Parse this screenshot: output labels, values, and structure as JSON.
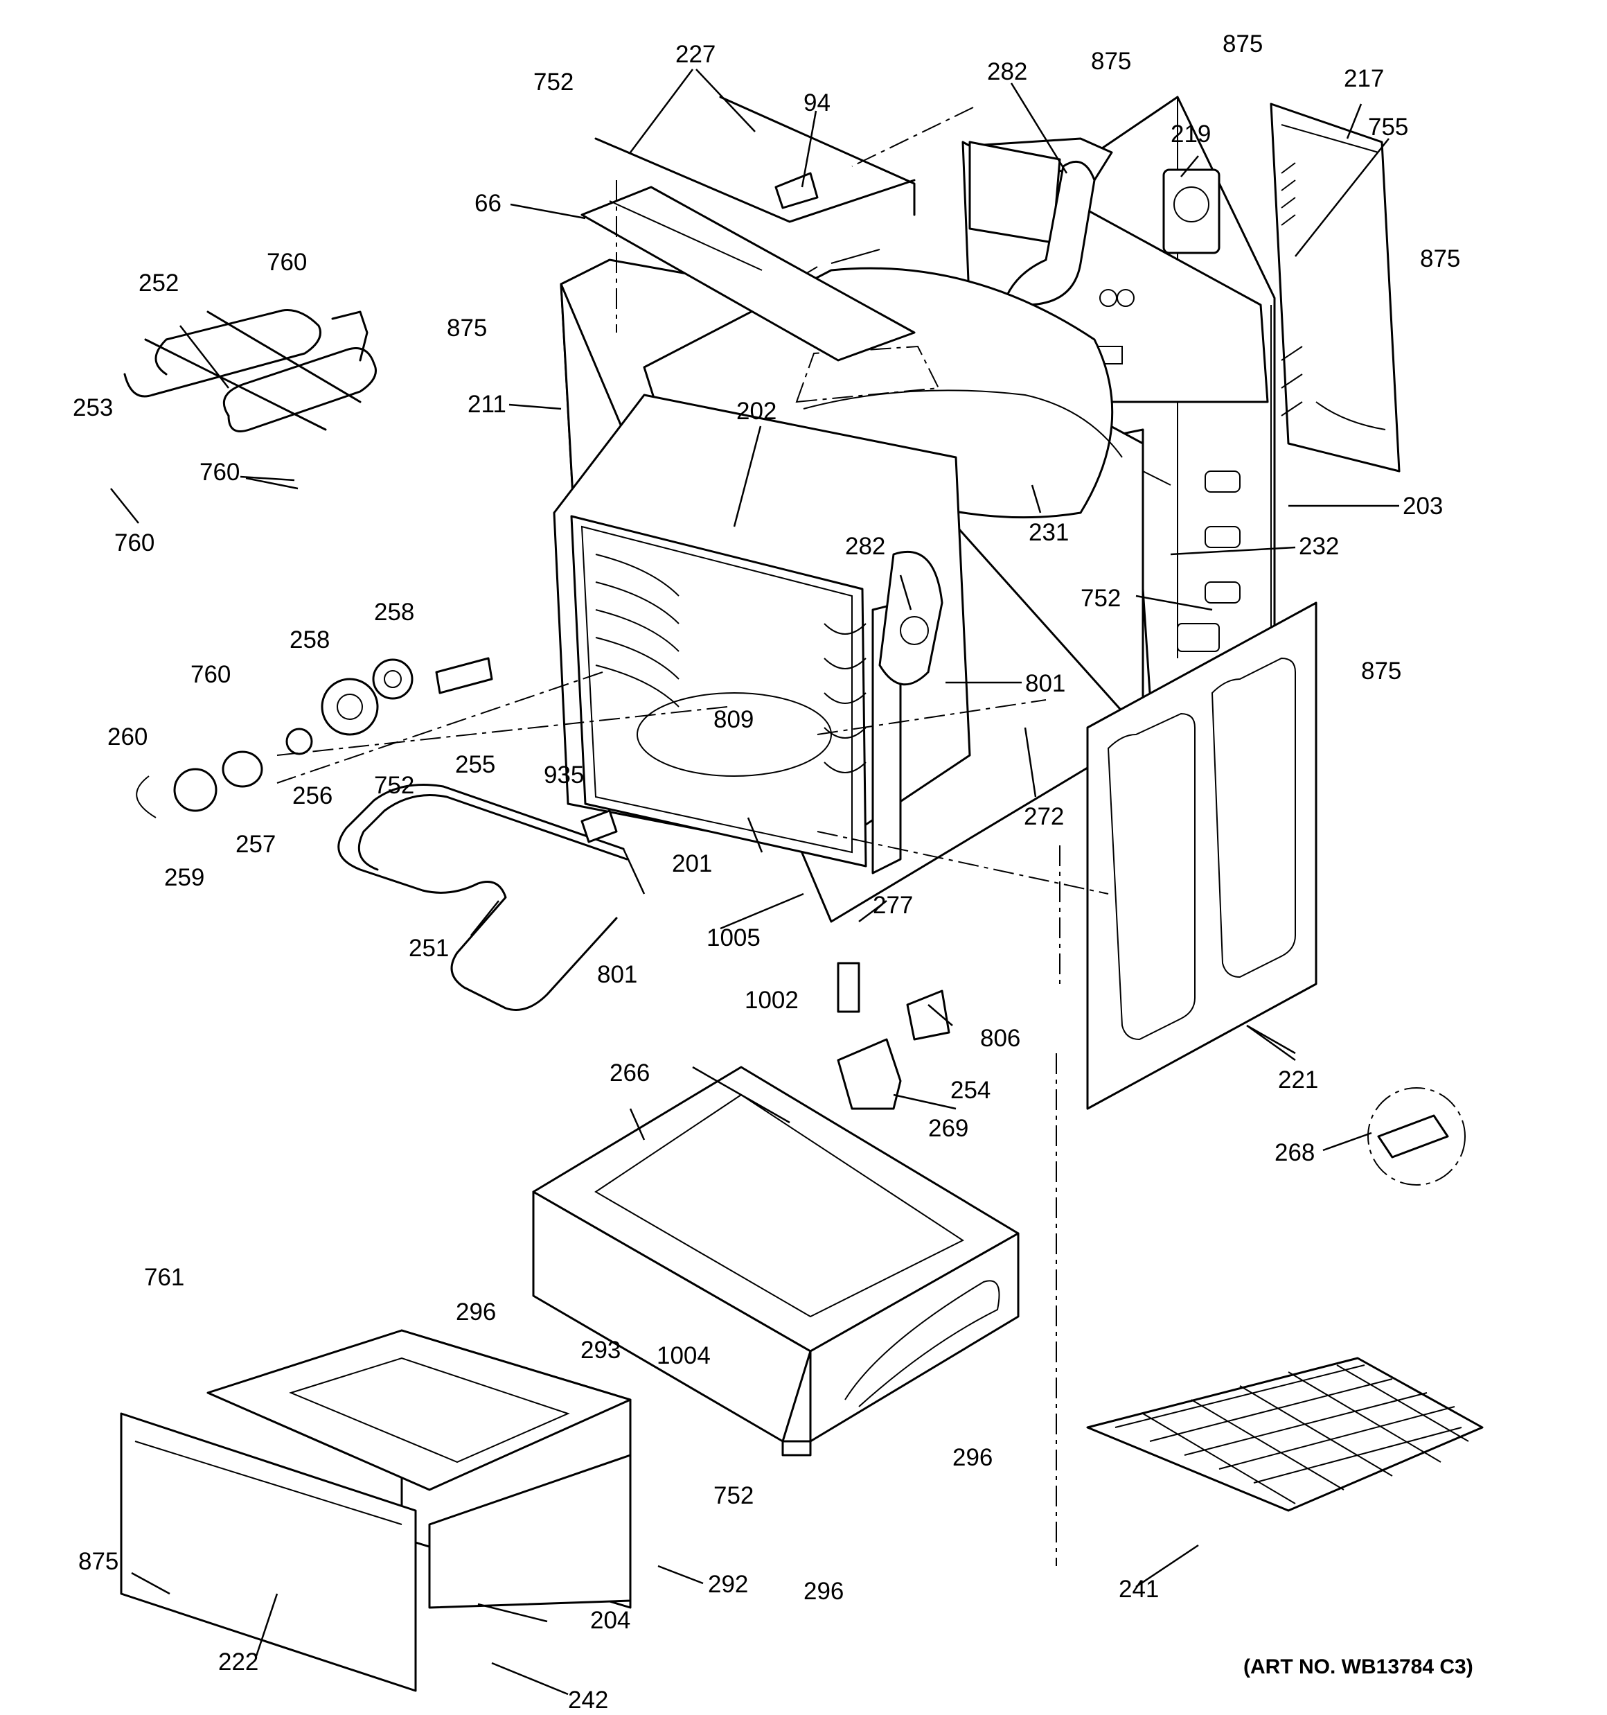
{
  "callouts": [
    {
      "id": "c227",
      "text": "227"
    },
    {
      "id": "c752a",
      "text": "752"
    },
    {
      "id": "c94",
      "text": "94"
    },
    {
      "id": "c66",
      "text": "66"
    },
    {
      "id": "c282a",
      "text": "282"
    },
    {
      "id": "c875a",
      "text": "875"
    },
    {
      "id": "c875b",
      "text": "875"
    },
    {
      "id": "c219",
      "text": "219"
    },
    {
      "id": "c217",
      "text": "217"
    },
    {
      "id": "c755",
      "text": "755"
    },
    {
      "id": "c875c",
      "text": "875"
    },
    {
      "id": "c760a",
      "text": "760"
    },
    {
      "id": "c252",
      "text": "252"
    },
    {
      "id": "c875d",
      "text": "875"
    },
    {
      "id": "c211",
      "text": "211"
    },
    {
      "id": "c253",
      "text": "253"
    },
    {
      "id": "c760b",
      "text": "760"
    },
    {
      "id": "c760c",
      "text": "760"
    },
    {
      "id": "c202",
      "text": "202"
    },
    {
      "id": "c231",
      "text": "231"
    },
    {
      "id": "c203",
      "text": "203"
    },
    {
      "id": "c232",
      "text": "232"
    },
    {
      "id": "c282b",
      "text": "282"
    },
    {
      "id": "c752b",
      "text": "752"
    },
    {
      "id": "c258a",
      "text": "258"
    },
    {
      "id": "c258b",
      "text": "258"
    },
    {
      "id": "c875e",
      "text": "875"
    },
    {
      "id": "c801a",
      "text": "801"
    },
    {
      "id": "c760d",
      "text": "760"
    },
    {
      "id": "c809",
      "text": "809"
    },
    {
      "id": "c260",
      "text": "260"
    },
    {
      "id": "c255",
      "text": "255"
    },
    {
      "id": "c256",
      "text": "256"
    },
    {
      "id": "c752c",
      "text": "752"
    },
    {
      "id": "c935",
      "text": "935"
    },
    {
      "id": "c272",
      "text": "272"
    },
    {
      "id": "c257",
      "text": "257"
    },
    {
      "id": "c259",
      "text": "259"
    },
    {
      "id": "c201",
      "text": "201"
    },
    {
      "id": "c277",
      "text": "277"
    },
    {
      "id": "c1005",
      "text": "1005"
    },
    {
      "id": "c251",
      "text": "251"
    },
    {
      "id": "c801b",
      "text": "801"
    },
    {
      "id": "c1002",
      "text": "1002"
    },
    {
      "id": "c806",
      "text": "806"
    },
    {
      "id": "c254",
      "text": "254"
    },
    {
      "id": "c221",
      "text": "221"
    },
    {
      "id": "c266",
      "text": "266"
    },
    {
      "id": "c269",
      "text": "269"
    },
    {
      "id": "c268",
      "text": "268"
    },
    {
      "id": "c761",
      "text": "761"
    },
    {
      "id": "c296a",
      "text": "296"
    },
    {
      "id": "c293",
      "text": "293"
    },
    {
      "id": "c1004",
      "text": "1004"
    },
    {
      "id": "c296b",
      "text": "296"
    },
    {
      "id": "c752d",
      "text": "752"
    },
    {
      "id": "c875f",
      "text": "875"
    },
    {
      "id": "c292",
      "text": "292"
    },
    {
      "id": "c296c",
      "text": "296"
    },
    {
      "id": "c241",
      "text": "241"
    },
    {
      "id": "c204",
      "text": "204"
    },
    {
      "id": "c222",
      "text": "222"
    },
    {
      "id": "c242",
      "text": "242"
    }
  ],
  "art_number": "(ART NO. WB13784 C3)"
}
